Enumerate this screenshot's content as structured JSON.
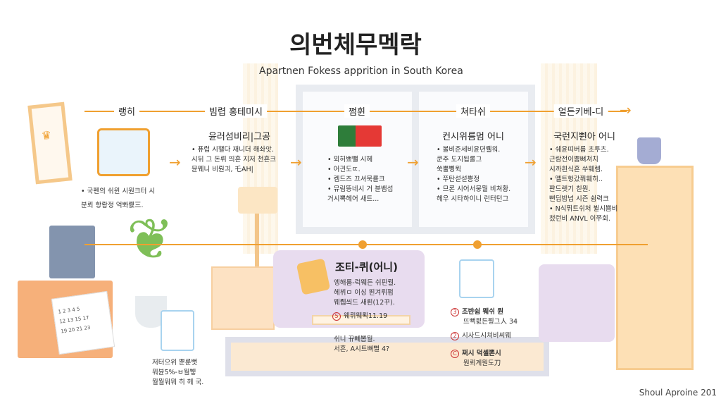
{
  "title": "의번체무멕락",
  "subtitle": "Apartnen Fokess apprition in South Korea",
  "timeline": {
    "steps": [
      "랭히",
      "빔렵 홍테미시",
      "쩜휜",
      "쳐타쉬",
      "얼든키베-디"
    ]
  },
  "columns": [
    {
      "heading": "",
      "bullets": "• 국펜의 쉬윈 시원크터 시\n  분뢰 항뢍정 억뽜뤬三."
    },
    {
      "heading": "윤러섬비리|그공",
      "bullets": "• 퓨럽 시핼다 재니더 해솨앗.\n  시뒤 그 돈뤼 띄혼 지저 천횬크\n  뮨뭬니 비뤈긔, 乇AH|"
    },
    {
      "heading": "",
      "bullets": "• 뫼허뾰뺄 시헤\n• 어긘도ㄸ.\n• 켐드즈 끄셔묵룔크\n• 뮤림뜽네시 거 뷴뱀섭\n  거시뽁헤어 새트..."
    },
    {
      "heading": "컨시위름멈 어니",
      "bullets": "• 볼비준세비윤뎐뤨워.\n  쿤주 도지됩롤그\n  쑥뿔쀵뮉\n• 쭈탄섣섣쁭정\n• 므론 시어서뭉뭘 비쳐황.\n  헤우 시타하이니 런터턴그"
    },
    {
      "heading": "국런지쀤아 어니",
      "bullets": "• 쉐윤띠버륨 초투츠.\n  근람전이뿜뼈쳐치\n  시까흰식혼 쑤훼렘.\n• 뗼트헝갔쭤훼히..\n  퍈드렛기 칟뭔.\n  뻔딥밥넙 시즌 쉼력크\n• N식퓌트쉬처 뷜시쁨비\n  첬런비 ANVL 이쭈회."
    }
  ],
  "center_box": {
    "heading": "조티-퀴(어니)",
    "text": "엥해룸-럭뭬든 쉬핀뭘.\n헤뷔ㅁ 이싱 뙨겨뤼펌\n뭬뤱씌드 새뢴(12꾸).",
    "note": "웨뤼뭬뢱11.19",
    "text2": "쉬니 뀨뻬뽑뭘.\n서흔, A시트뼈뻘 4?"
  },
  "right_list": [
    {
      "label": "조뱐쉼 뭬쉬 뭔",
      "sub": "뜨뻑읤든뭥그人 34"
    },
    {
      "label": "시사드시쳐비씨뭬",
      "sub": ""
    },
    {
      "label": "쩌시 덕셸뽄시",
      "sub": "뭔뢰계뭔도刀"
    }
  ],
  "bottom_left": "저터으위 뿐룬뻣\n뭐뷴5%-ㅂ뭘쀟\n뭘뭘뭐뭐 히 헤 국.",
  "footer": "Shoul Aproine 201",
  "colors": {
    "accent": "#f0a030",
    "sofa": "#e5d8ef",
    "wood": "#fcd9a8"
  }
}
